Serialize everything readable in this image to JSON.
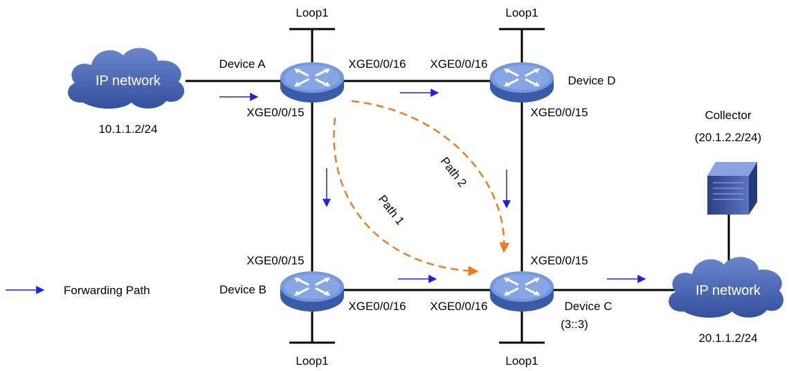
{
  "colors": {
    "link": "#000000",
    "cloud": "#3b56a6",
    "router_body": "#4a6fbf",
    "router_top": "#6f94d8",
    "forward_arrow": "#1f1fe6",
    "path_dash": "#f07a1e",
    "server": "#3a4f9a"
  },
  "icons": {
    "router": "router-icon",
    "cloud": "cloud-icon",
    "server": "server-icon"
  },
  "clouds": {
    "left": {
      "label": "IP network",
      "address": "10.1.1.2/24"
    },
    "right": {
      "label": "IP network",
      "address": "20.1.1.2/24"
    }
  },
  "devices": {
    "a": {
      "name": "Device A",
      "loop": "Loop1",
      "port_right": "XGE0/0/16",
      "port_down": "XGE0/0/15"
    },
    "d": {
      "name": "Device D",
      "loop": "Loop1",
      "port_left": "XGE0/0/16",
      "port_down": "XGE0/0/15"
    },
    "b": {
      "name": "Device B",
      "loop": "Loop1",
      "port_up": "XGE0/0/15",
      "port_right": "XGE0/0/16"
    },
    "c": {
      "name": "Device C",
      "addr": "(3::3)",
      "loop": "Loop1",
      "port_left": "XGE0/0/16",
      "port_up": "XGE0/0/15"
    }
  },
  "collector": {
    "name": "Collector",
    "address": "(20.1.2.2/24)"
  },
  "paths": {
    "p1": "Path 1",
    "p2": "Path 2"
  },
  "legend": {
    "label": "Forwarding Path"
  }
}
